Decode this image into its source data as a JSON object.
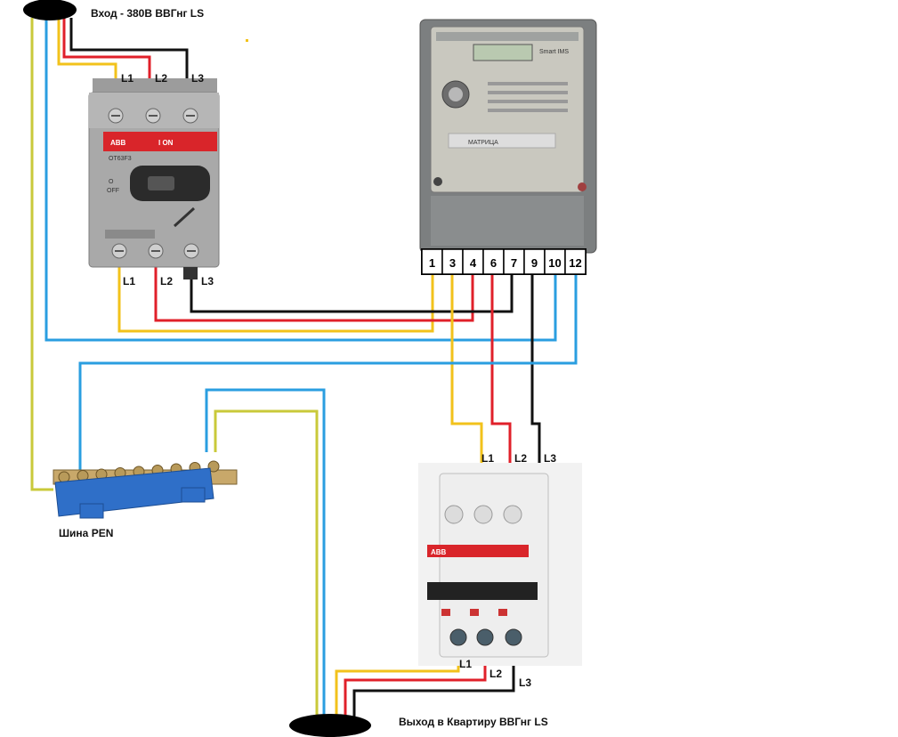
{
  "captions": {
    "input": "Вход - 380В ВВГнг LS",
    "output": "Выход в Квартиру ВВГнг LS",
    "bus": "Шина PEN"
  },
  "phase_labels": {
    "l1": "L1",
    "l2": "L2",
    "l3": "L3"
  },
  "switch": {
    "brand": "ABB",
    "on_label": "I ON",
    "off_label": "OFF",
    "off_symbol": "O",
    "model": "OT63F3"
  },
  "meter": {
    "brand": "МАТРИЦА",
    "logo": "Smart IMS",
    "terminals": [
      "1",
      "3",
      "4",
      "6",
      "7",
      "9",
      "10",
      "12"
    ]
  },
  "breaker": {
    "brand": "ABB"
  },
  "colors": {
    "l1_wire": "#f2c21b",
    "l2_wire": "#e0202a",
    "l3_wire": "#111111",
    "n_wire": "#2a9ee0",
    "pe_wire": "#c9c93a",
    "bus_base": "#2f6fc8",
    "abb_red": "#d9252a"
  }
}
